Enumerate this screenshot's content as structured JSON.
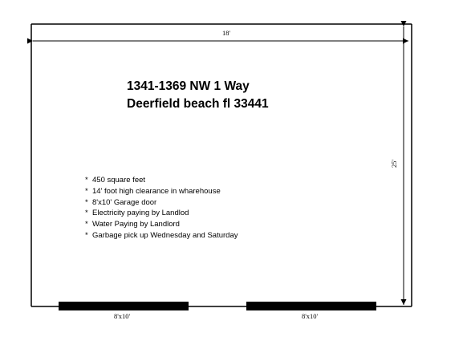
{
  "dimensions": {
    "width_label": "18'",
    "depth_label": "25'"
  },
  "address": {
    "line1": "1341-1369 NW 1 Way",
    "line2": "Deerfield beach fl 33441"
  },
  "features": [
    {
      "bullet": "*",
      "text": "450 square feet"
    },
    {
      "bullet": "*",
      "text": "14' foot high clearance in wharehouse"
    },
    {
      "bullet": "*",
      "text": "8'x10' Garage door"
    },
    {
      "bullet": "*",
      "text": "Electricity paying by Landlod"
    },
    {
      "bullet": "*",
      "text": "Water Paying by Landlord"
    },
    {
      "bullet": "*",
      "text": "Garbage  pick up Wednesday and Saturday"
    }
  ],
  "doors": [
    {
      "label": "8'x10'"
    },
    {
      "label": "8'x10'"
    }
  ],
  "colors": {
    "lines": "#000000",
    "background": "#ffffff"
  }
}
